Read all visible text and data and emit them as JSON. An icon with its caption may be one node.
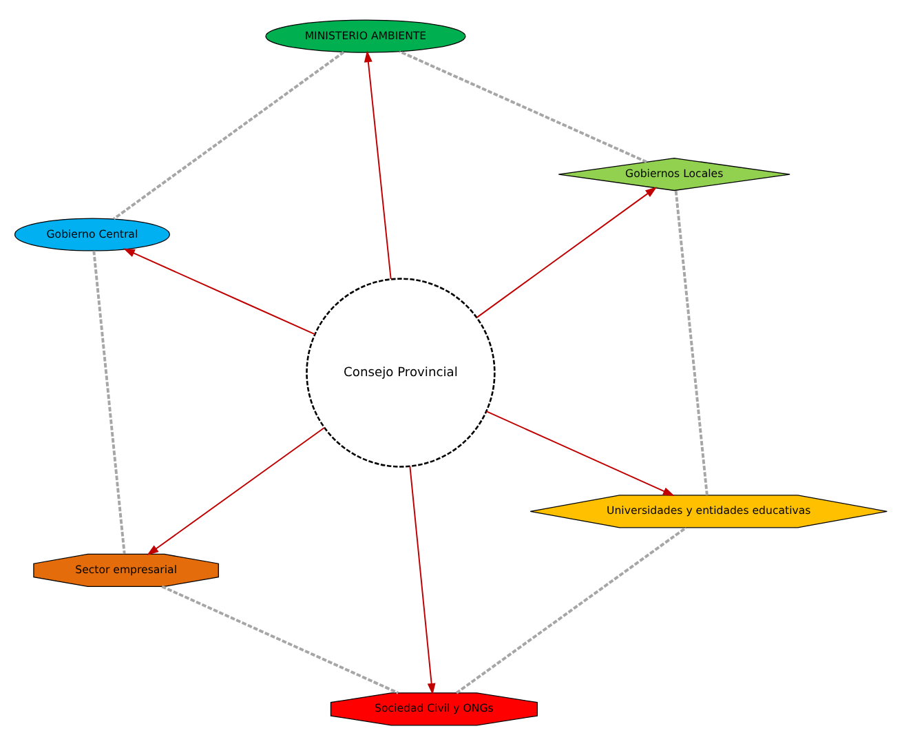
{
  "diagram": {
    "nodes": [
      {
        "text": [
          "MINISTERIO AMBIENTE"
        ]
      },
      {
        "text": [
          "Gobiernos Locales"
        ]
      },
      {
        "text": [
          "Gobierno Central"
        ]
      },
      {
        "text": [
          "Consejo Provincial"
        ]
      },
      {
        "text": [
          "Universidades y entidades educativas"
        ]
      },
      {
        "text": [
          "Sector empresarial"
        ]
      },
      {
        "text": [
          "Sociedad Civil y ONGs"
        ]
      }
    ],
    "edges": [
      {
        "from": 3,
        "to": 0,
        "arrow": "to",
        "color": "#c00000"
      },
      {
        "from": 3,
        "to": 1,
        "arrow": "to",
        "color": "#c00000"
      },
      {
        "from": 3,
        "to": 2,
        "arrow": "to",
        "color": "#c00000"
      },
      {
        "from": 3,
        "to": 4,
        "arrow": "to",
        "color": "#c00000"
      },
      {
        "from": 3,
        "to": 5,
        "arrow": "to",
        "color": "#c00000"
      },
      {
        "from": 3,
        "to": 6,
        "arrow": "to",
        "color": "#c00000"
      },
      {
        "from": 0,
        "to": 2,
        "arrow": "none",
        "style": "dashed",
        "color": "#a6a6a6"
      },
      {
        "from": 2,
        "to": 5,
        "arrow": "none",
        "style": "dashed",
        "color": "#a6a6a6"
      },
      {
        "from": 5,
        "to": 6,
        "arrow": "none",
        "style": "dashed",
        "color": "#a6a6a6"
      },
      {
        "from": 6,
        "to": 4,
        "arrow": "none",
        "style": "dashed",
        "color": "#a6a6a6"
      },
      {
        "from": 4,
        "to": 1,
        "arrow": "none",
        "style": "dashed",
        "color": "#a6a6a6"
      },
      {
        "from": 1,
        "to": 0,
        "arrow": "none",
        "style": "dashed",
        "color": "#a6a6a6"
      }
    ]
  }
}
